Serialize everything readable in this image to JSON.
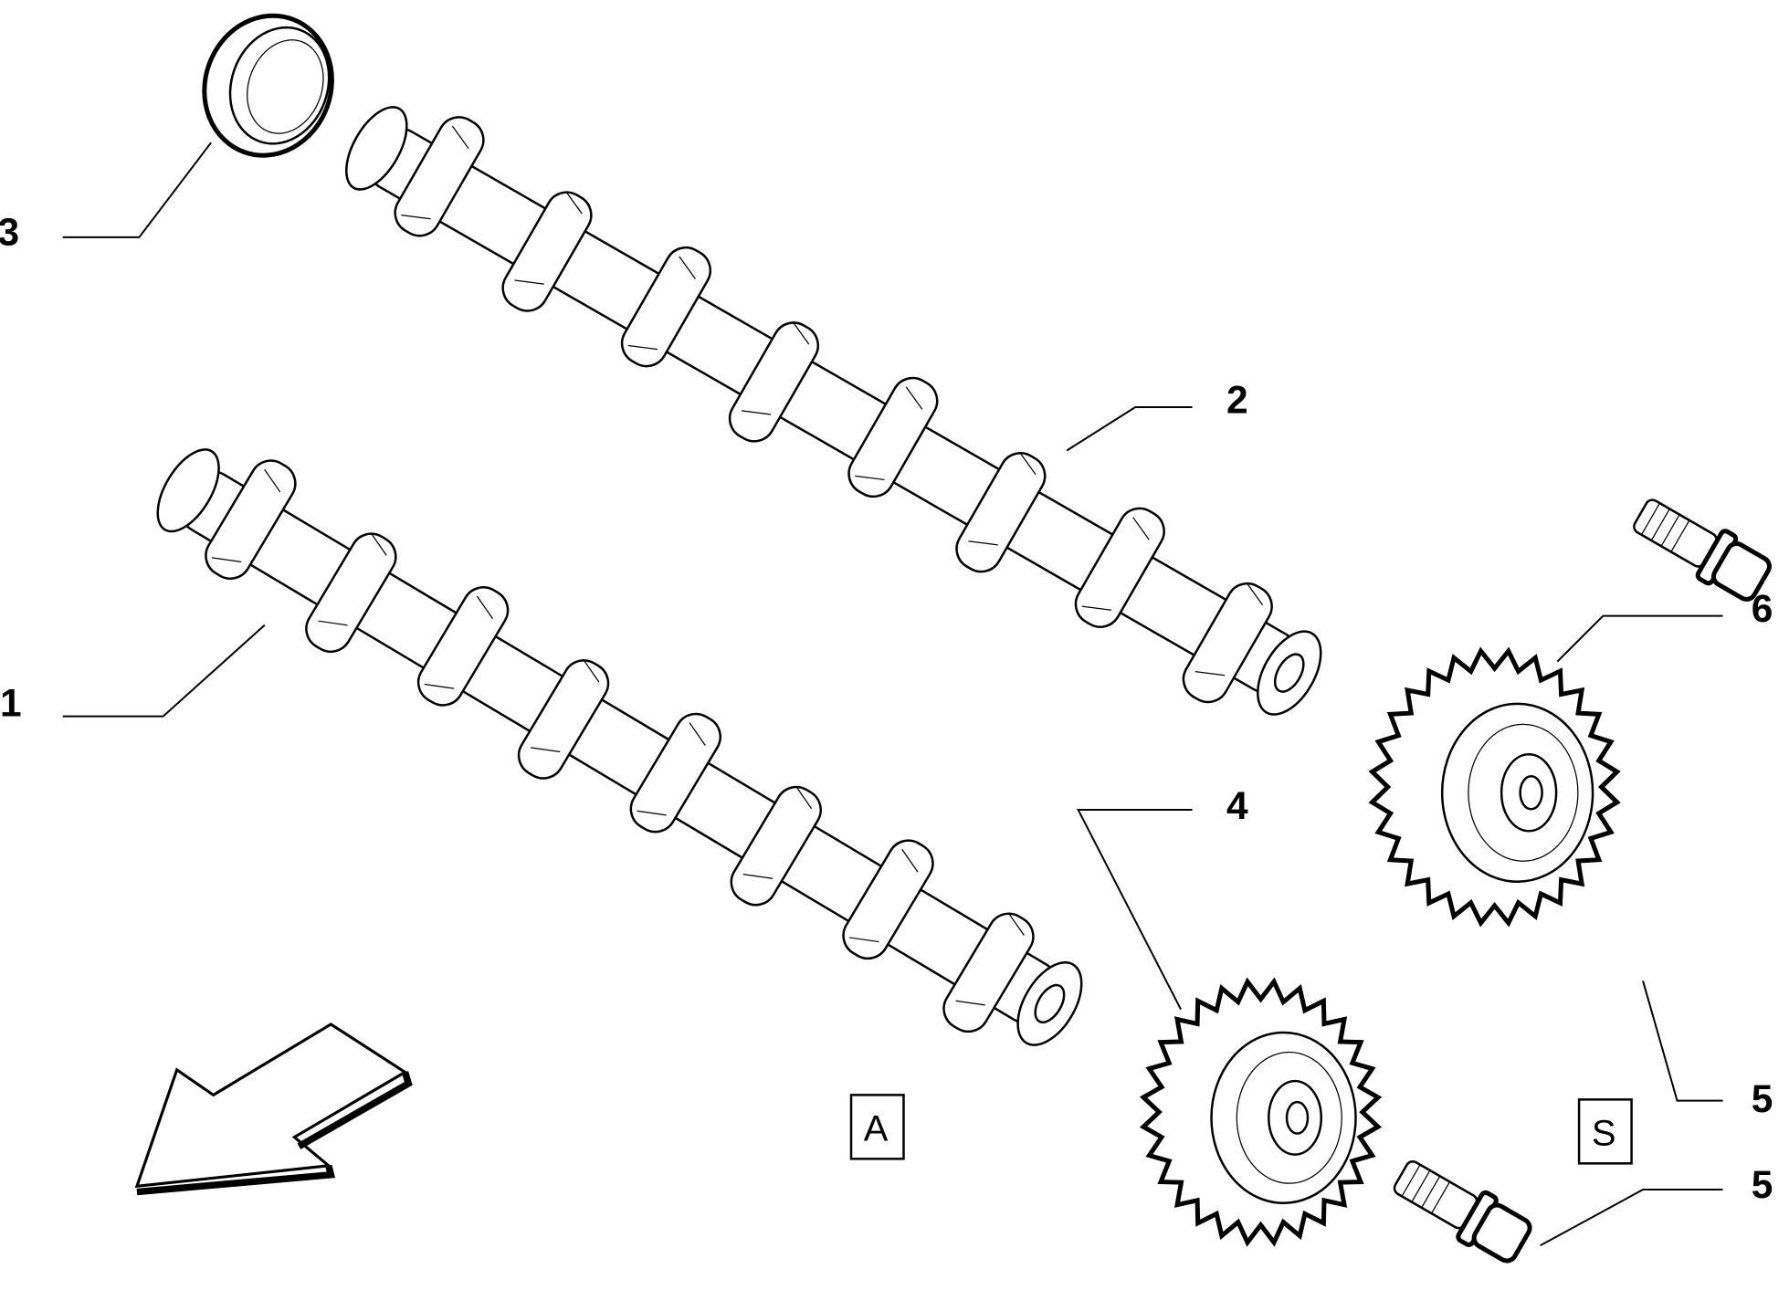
{
  "diagram": {
    "callouts": [
      {
        "id": "3",
        "label": "3"
      },
      {
        "id": "2",
        "label": "2"
      },
      {
        "id": "1",
        "label": "1"
      },
      {
        "id": "6",
        "label": "6"
      },
      {
        "id": "4",
        "label": "4"
      },
      {
        "id": "5a",
        "label": "5"
      },
      {
        "id": "5b",
        "label": "5"
      }
    ],
    "boxes": {
      "a": "A",
      "s": "S"
    }
  }
}
